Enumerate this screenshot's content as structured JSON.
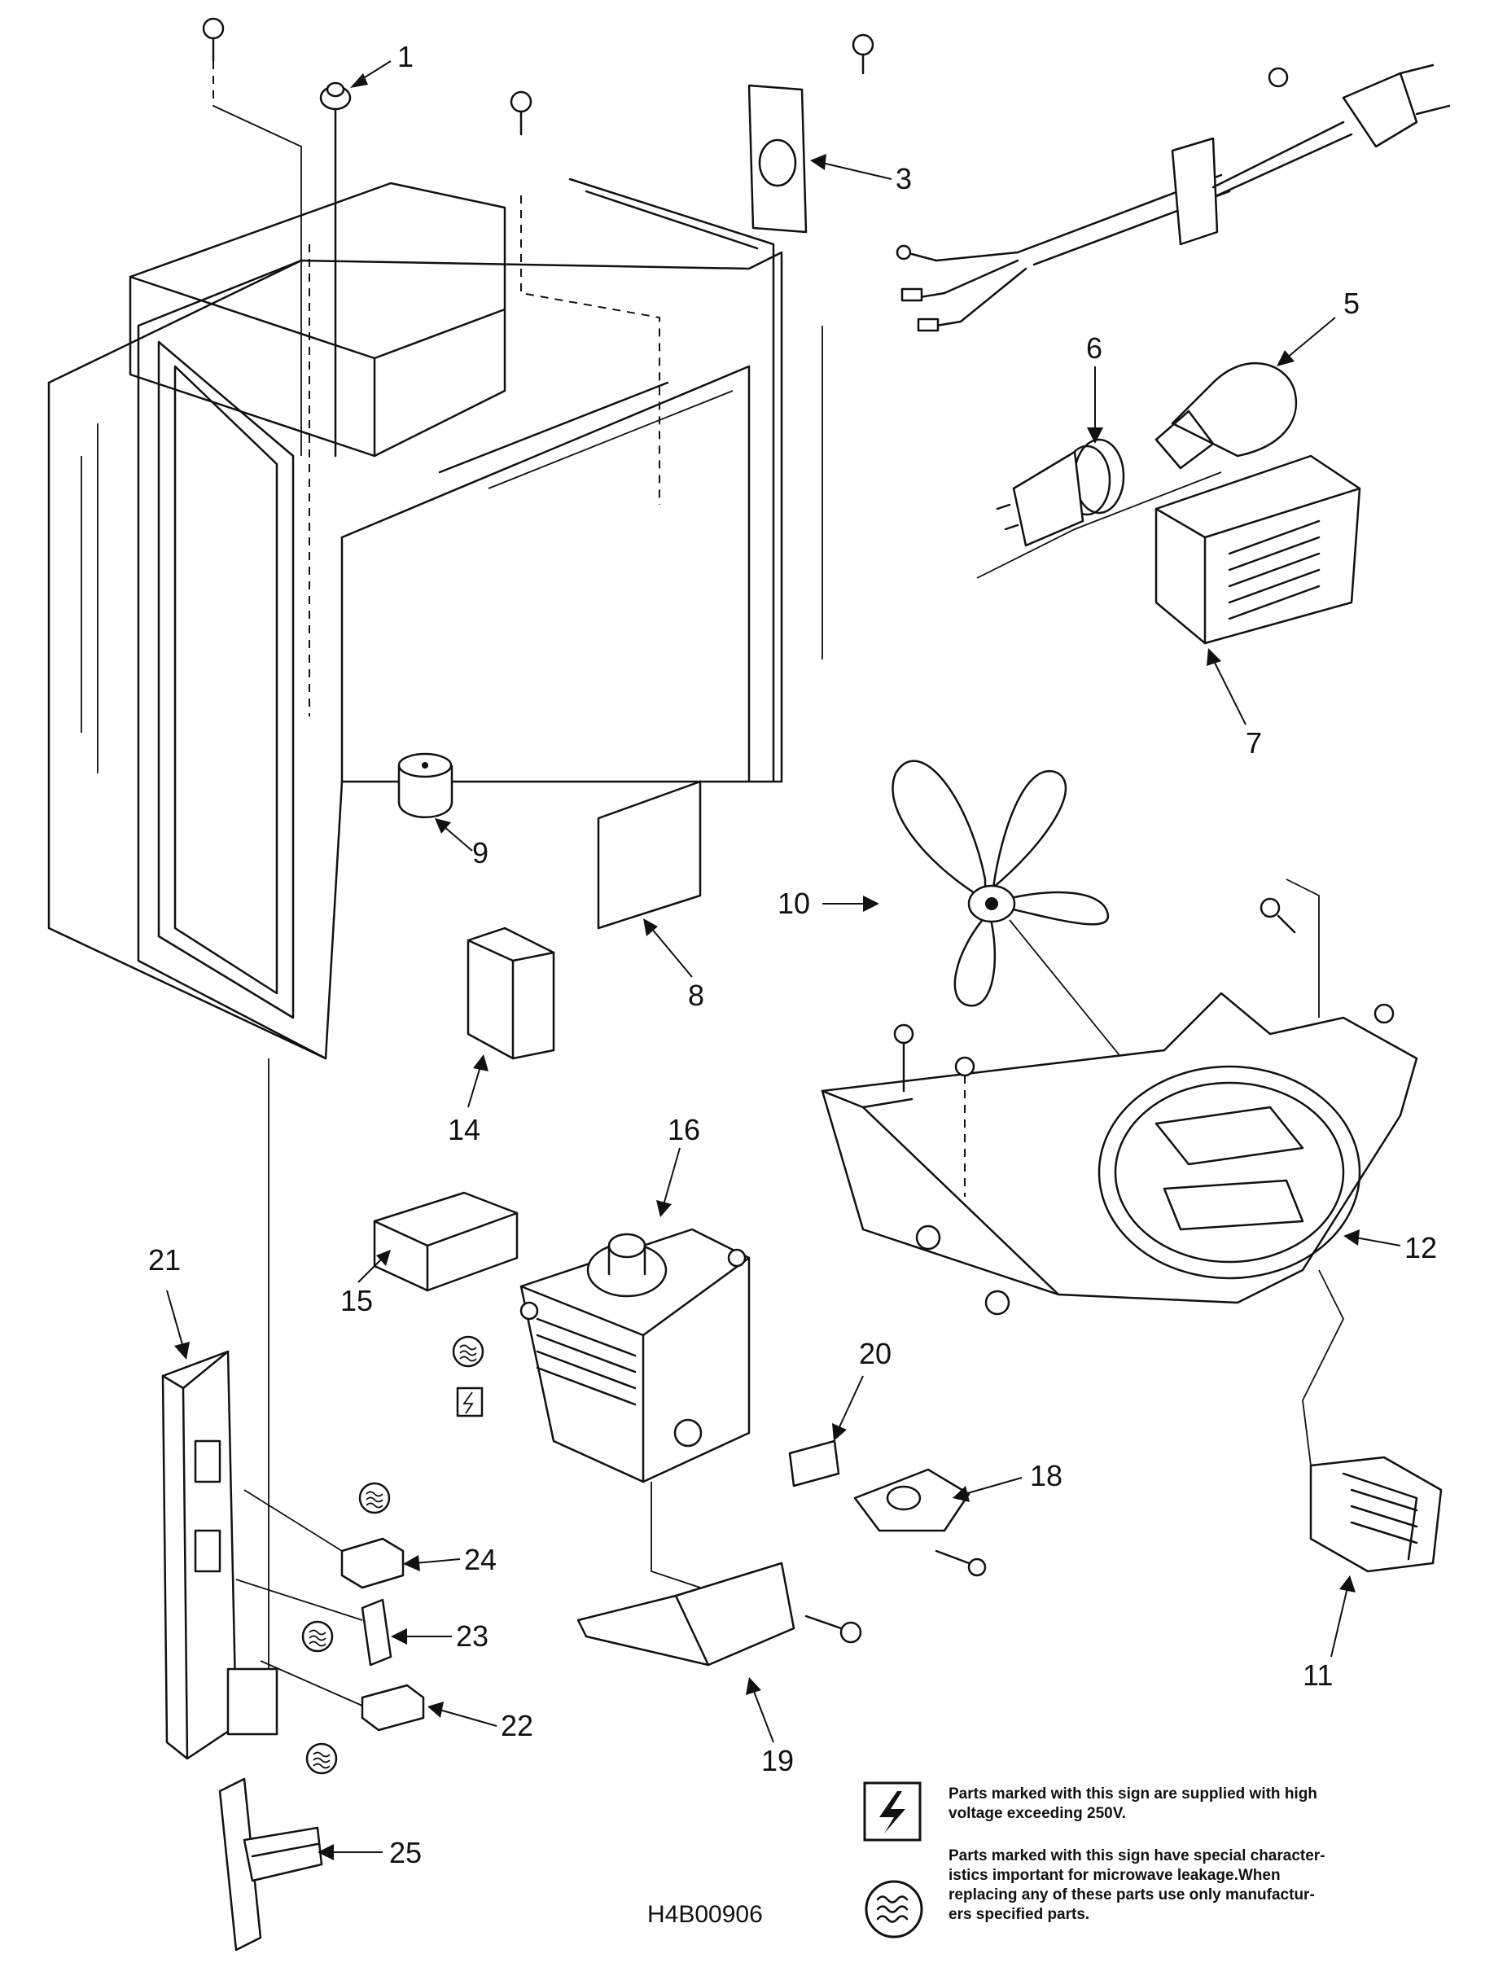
{
  "callouts": [
    {
      "id": "1",
      "label": "1"
    },
    {
      "id": "3",
      "label": "3"
    },
    {
      "id": "5",
      "label": "5"
    },
    {
      "id": "6",
      "label": "6"
    },
    {
      "id": "7",
      "label": "7"
    },
    {
      "id": "8",
      "label": "8"
    },
    {
      "id": "9",
      "label": "9"
    },
    {
      "id": "10",
      "label": "10"
    },
    {
      "id": "11",
      "label": "11"
    },
    {
      "id": "12",
      "label": "12"
    },
    {
      "id": "14",
      "label": "14"
    },
    {
      "id": "15",
      "label": "15"
    },
    {
      "id": "16",
      "label": "16"
    },
    {
      "id": "18",
      "label": "18"
    },
    {
      "id": "19",
      "label": "19"
    },
    {
      "id": "20",
      "label": "20"
    },
    {
      "id": "21",
      "label": "21"
    },
    {
      "id": "22",
      "label": "22"
    },
    {
      "id": "23",
      "label": "23"
    },
    {
      "id": "24",
      "label": "24"
    },
    {
      "id": "25",
      "label": "25"
    }
  ],
  "legend": {
    "high_voltage_line1": "Parts marked with this sign are supplied with high",
    "high_voltage_line2": "voltage exceeding 250V.",
    "leakage_line1": "Parts marked with this sign have special character-",
    "leakage_line2": "istics important for microwave leakage.When",
    "leakage_line3": "replacing any of these parts use only manufactur-",
    "leakage_line4": "ers specified parts."
  },
  "drawing_code": "H4B00906",
  "symbols": {
    "high_voltage": "lightning-bolt-icon",
    "microwave_leakage": "wave-lines-icon"
  }
}
